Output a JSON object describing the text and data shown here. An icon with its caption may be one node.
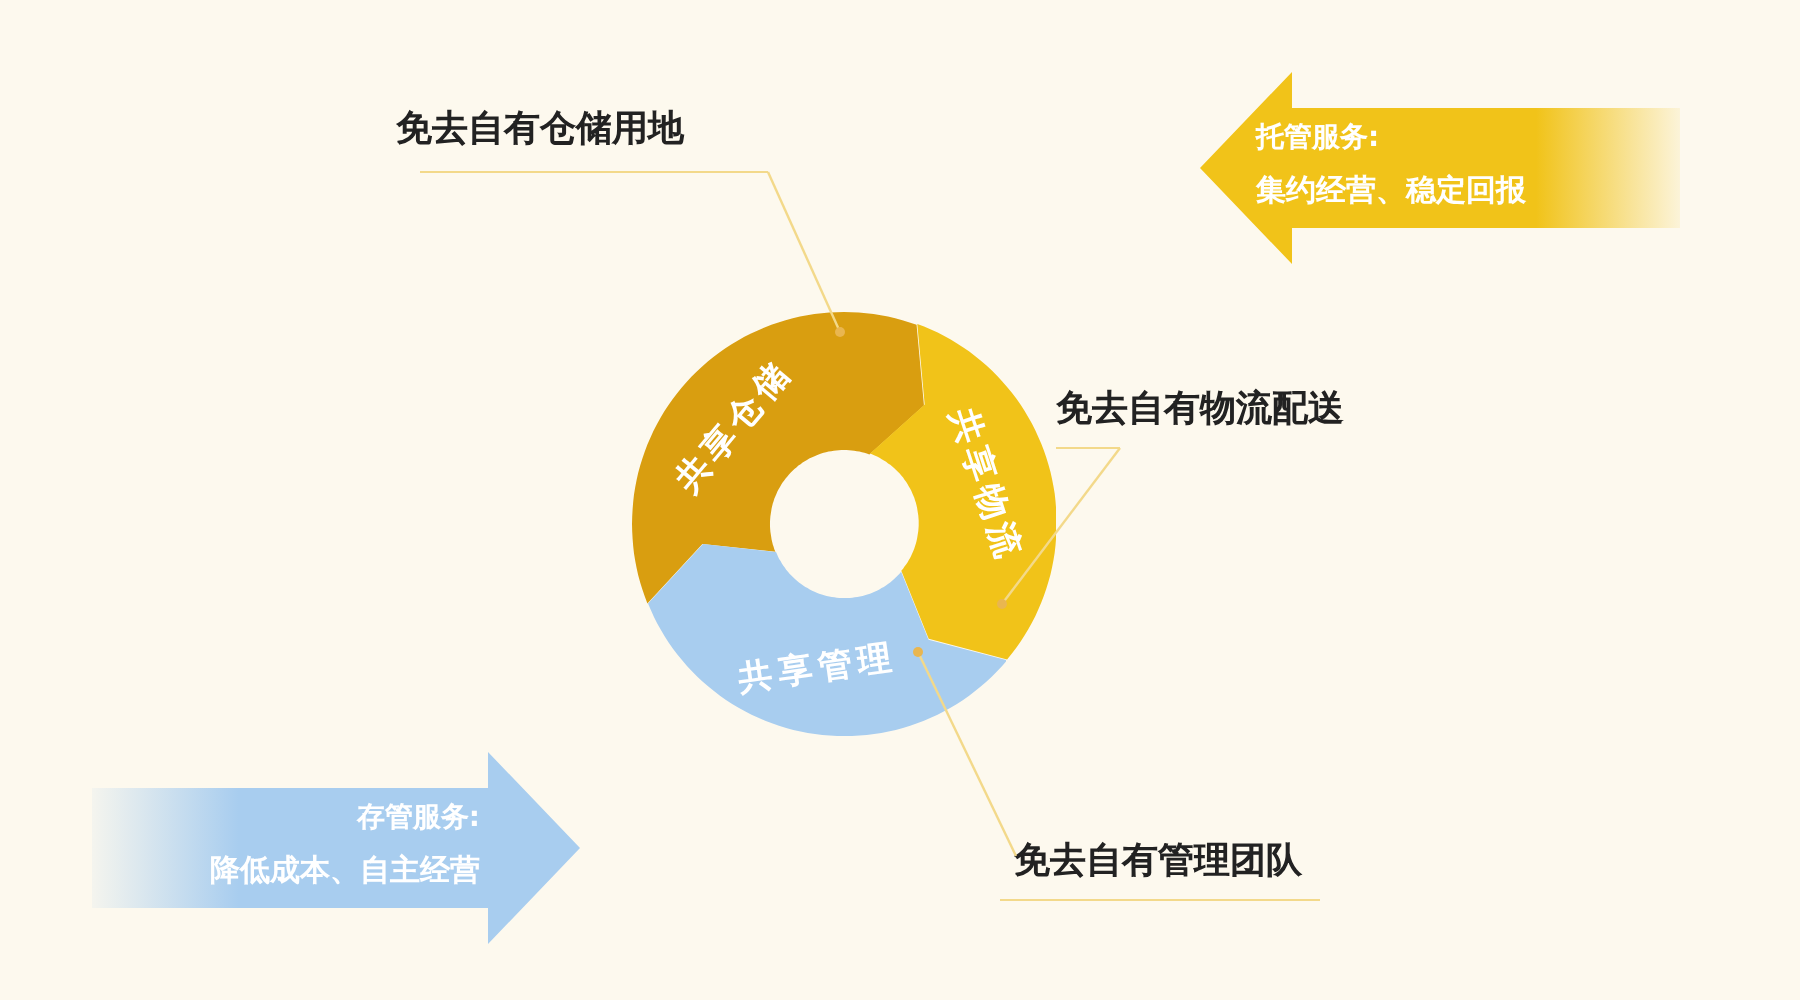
{
  "diagram": {
    "nodes": [
      {
        "text": [
          "共享仓储"
        ]
      },
      {
        "text": [
          "共享物流"
        ]
      },
      {
        "text": [
          "共享管理"
        ]
      },
      {
        "text": [
          "免去自有仓储用地"
        ]
      },
      {
        "text": [
          "免去自有物流配送"
        ]
      },
      {
        "text": [
          "免去自有管理团队"
        ]
      },
      {
        "text": [
          "托管服务:",
          "集约经营、稳定回报"
        ]
      },
      {
        "text": [
          "存管服务:",
          "降低成本、自主经营"
        ]
      }
    ],
    "edges": [
      {
        "from": 3,
        "to": 0,
        "arrow": "other"
      },
      {
        "from": 4,
        "to": 1,
        "arrow": "other"
      },
      {
        "from": 5,
        "to": 2,
        "arrow": "other"
      }
    ]
  }
}
